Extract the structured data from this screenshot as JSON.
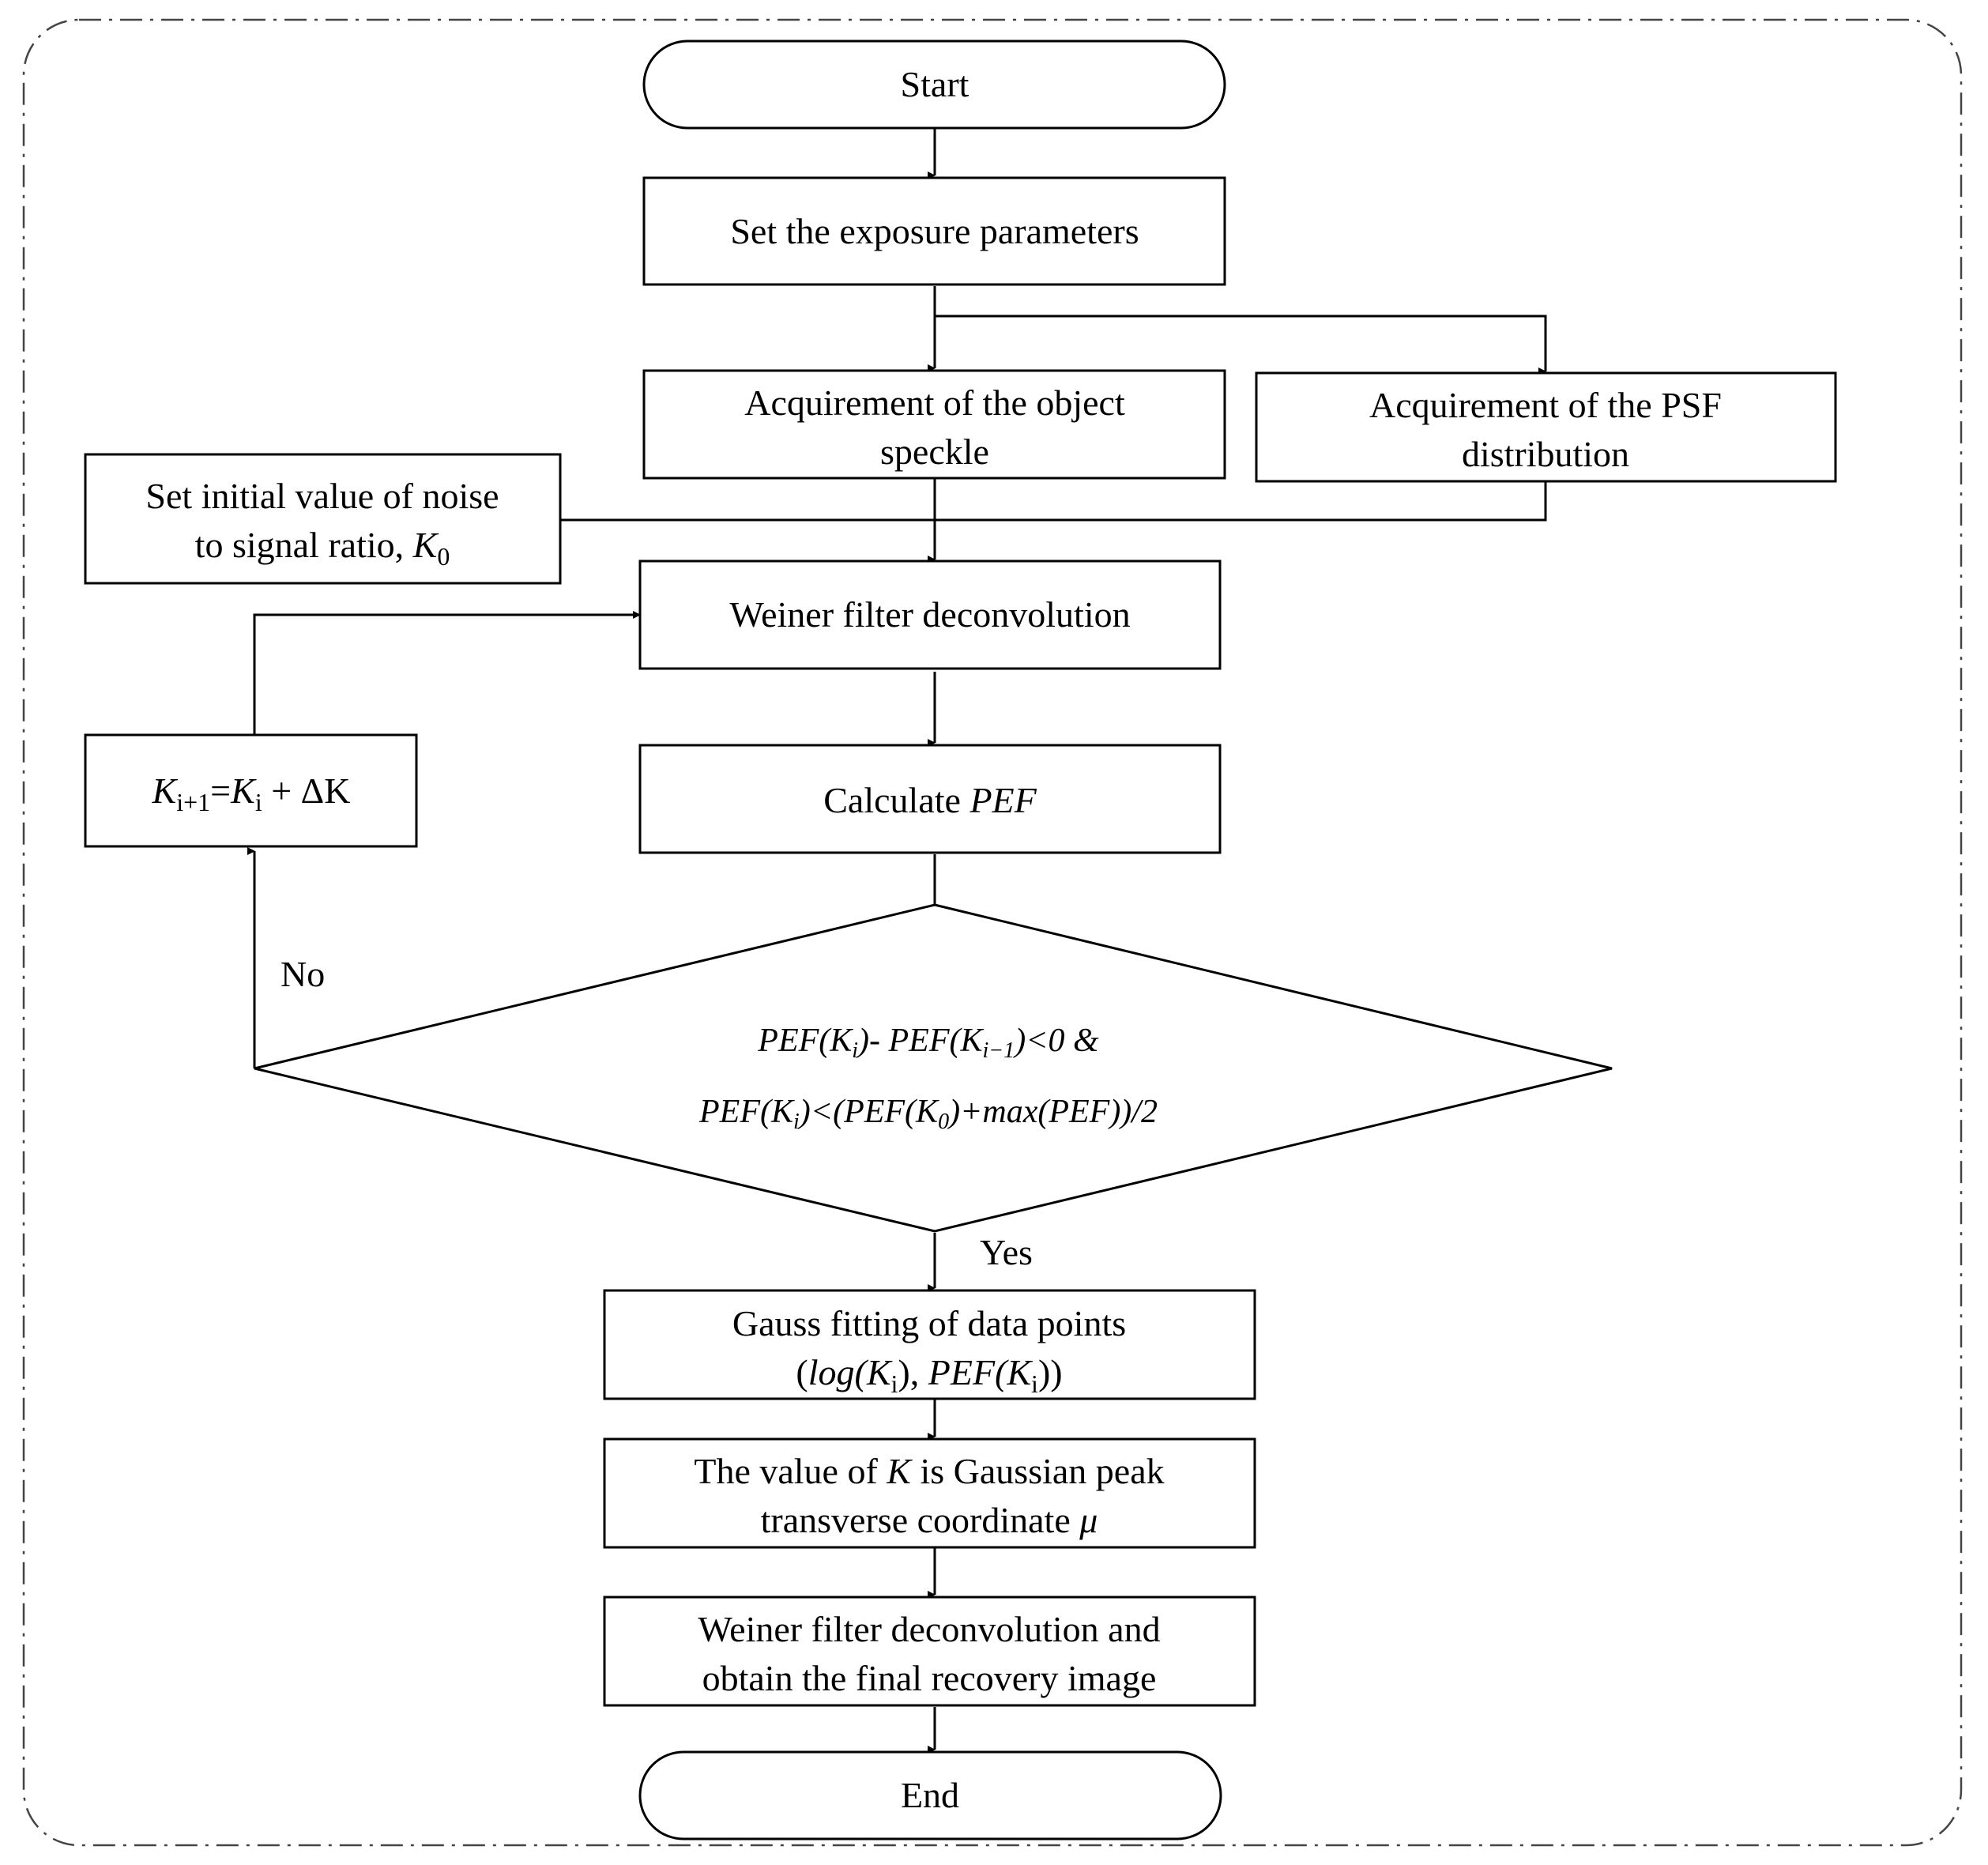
{
  "nodes": {
    "start": "Start",
    "set_exposure": "Set the exposure parameters",
    "object_speckle": [
      "Acquirement of the object",
      "speckle"
    ],
    "psf_distribution": [
      "Acquirement of the PSF",
      "distribution"
    ],
    "initial_ratio": {
      "line1": "Set initial value of noise",
      "line2_prefix": "to signal ratio, ",
      "sym": "K",
      "sub": "0"
    },
    "weiner_filter": "Weiner filter deconvolution",
    "update_k": {
      "K1": "K",
      "sub1": "i+1",
      "eq": "=",
      "K2": "K",
      "sub2": "i",
      "rest": " + ΔK"
    },
    "calc_pef": {
      "prefix": "Calculate ",
      "var": "PEF"
    },
    "condition": {
      "line1": {
        "a": "PEF(K",
        "s1": "i",
        "b": ")- PEF(K",
        "s2": "i−1",
        "c": ")<0 &"
      },
      "line2": {
        "a": "PEF(K",
        "s1": "i",
        "b": ")<(PEF(K",
        "s2": "0",
        "c": ")+max(PEF))/2"
      }
    },
    "gauss_fitting": {
      "line1": "Gauss fitting of data points",
      "a": "(",
      "log": "log",
      "b": "(K",
      "s1": "i",
      "c": "),  ",
      "pef": "PEF(K",
      "s2": "i",
      "d": "))"
    },
    "gaussian_peak": {
      "a": "The value of ",
      "k": "K",
      "b": " is Gaussian peak",
      "line2": "transverse coordinate ",
      "mu": "μ"
    },
    "final_recovery": [
      "Weiner filter deconvolution and",
      "obtain the final recovery image"
    ],
    "end": "End"
  },
  "branches": {
    "no": "No",
    "yes": "Yes"
  }
}
